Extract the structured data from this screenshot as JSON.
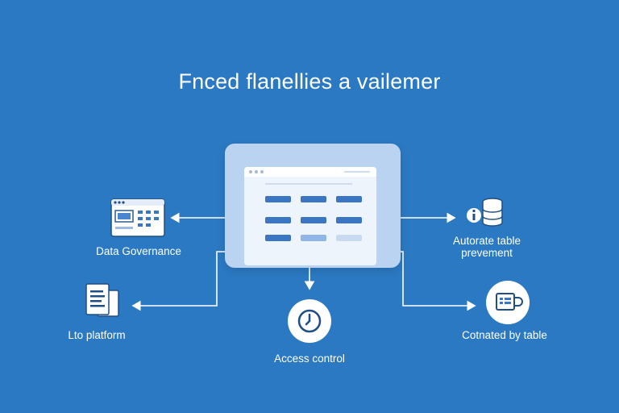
{
  "diagram": {
    "title": "Fnced flanellies a vailemer",
    "nodes": {
      "data_governance": {
        "label": "Data Governance",
        "icon": "browser-dashboard-icon"
      },
      "lto_platform": {
        "label": "Lto platform",
        "icon": "documents-icon"
      },
      "access_control": {
        "label": "Access control",
        "icon": "clock-icon"
      },
      "autorate": {
        "label_line1": "Autorate table",
        "label_line2": "prevement",
        "icon": "database-user-icon"
      },
      "cotnated": {
        "label": "Cotnated by table",
        "icon": "cup-table-icon"
      }
    },
    "hub": {
      "icon": "app-window-icon"
    }
  },
  "colors": {
    "background": "#2b79c2",
    "hub_card": "#b9d3f1",
    "accent_blue": "#2f6fbf",
    "line": "#ffffff"
  }
}
